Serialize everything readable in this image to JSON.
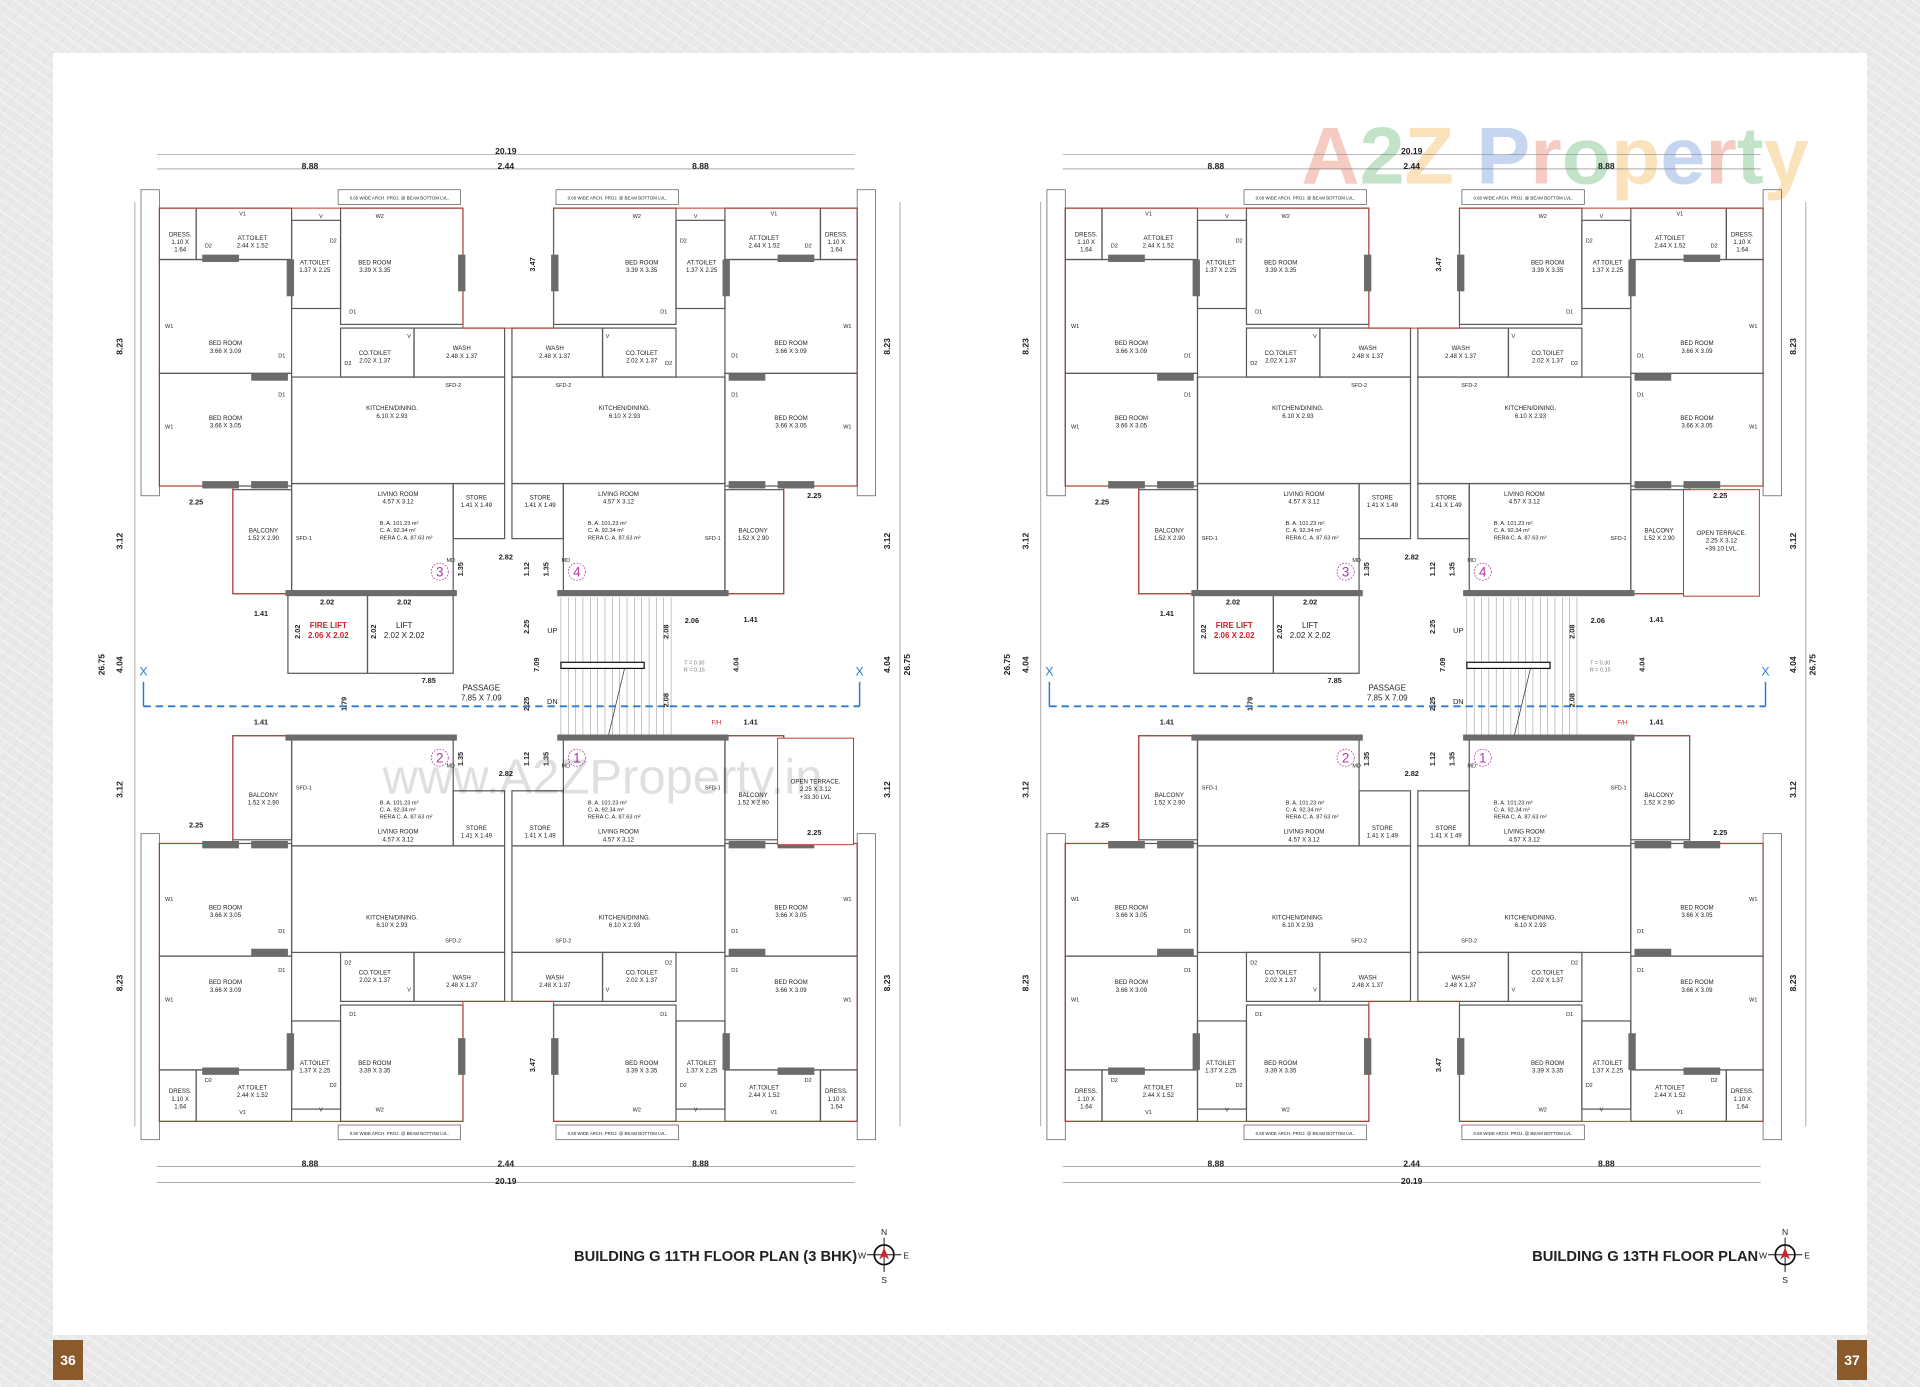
{
  "pages": [
    {
      "number": "36"
    },
    {
      "number": "37"
    }
  ],
  "logo": {
    "text": "A2Z Property"
  },
  "watermark": "www.A2ZProperty.in",
  "colors": {
    "wall": "#5a5a5a",
    "wall_block": "#6b6b6b",
    "outline_red": "#c0392b",
    "section_line": "#2b7bd0",
    "unit_number": "#b03aa8",
    "fire_lift": "#d0202a",
    "page_tab": "#8a5a2b"
  },
  "plans": [
    {
      "title": "BUILDING G 11TH FLOOR PLAN (3 BHK)",
      "unit_numbers": [
        "3",
        "4",
        "2",
        "1"
      ],
      "terrace": {
        "position": "bottom-right",
        "lines": [
          "OPEN TERRACE.",
          "2.25 X 3.12",
          "+33.30 LVL"
        ]
      }
    },
    {
      "title": "BUILDING G 13TH FLOOR PLAN",
      "unit_numbers": [
        "3",
        "4",
        "2",
        "1"
      ],
      "terrace": {
        "position": "top-right",
        "lines": [
          "OPEN TERRACE.",
          "2.25 X 3.12",
          "+39.10 LVL."
        ]
      }
    }
  ],
  "rooms": {
    "dress": [
      "DRESS.",
      "1.10 X",
      "1.64"
    ],
    "at_toilet_1": [
      "AT.TOILET",
      "2.44 X 1.52"
    ],
    "at_toilet_2": [
      "AT.TOILET",
      "1.37 X 2.25"
    ],
    "bed_1": [
      "BED ROOM",
      "3.39 X 3.35"
    ],
    "bed_2": [
      "BED ROOM",
      "3.66 X 3.09"
    ],
    "bed_3": [
      "BED ROOM",
      "3.66 X 3.05"
    ],
    "co_toilet": [
      "CO.TOILET",
      "2.02 X 1.37"
    ],
    "wash": [
      "WASH",
      "2.48 X 1.37"
    ],
    "kitchen": [
      "KITCHEN/DINING.",
      "6.10 X 2.93"
    ],
    "living": [
      "LIVING ROOM",
      "4.57 X 3.12"
    ],
    "store": [
      "STORE",
      "1.41 X 1.49"
    ],
    "balcony": [
      "BALCONY",
      "1.52 X 2.90"
    ]
  },
  "area": [
    "B. A.  101.23  m²",
    "C. A.  92.34  m²",
    "RERA C. A.  87.63  m²"
  ],
  "openings": {
    "d1": "D1",
    "d2": "D2",
    "w1": "W1",
    "w2": "W2",
    "v1": "V1",
    "v": "V",
    "sfd1": "SFD-1",
    "sfd2": "SFD-2",
    "md": "MD"
  },
  "arch_note": "0.60 WIDE ARCH. PROJ. @ BEAM BOTTOM LVL.",
  "lobby": {
    "fire_lift": [
      "FIRE LIFT",
      "2.06 X 2.02"
    ],
    "lift": [
      "LIFT",
      "2.02 X 2.02"
    ],
    "passage": [
      "PASSAGE",
      "7.85 X 7.09"
    ],
    "up": "UP",
    "dn": "DN",
    "fh": "F/H",
    "stair_note": [
      "T = 0.30",
      "R = 0.15"
    ],
    "section_marker": "X"
  },
  "dimensions": [
    "20.19",
    "8.88",
    "2.44",
    "8.88",
    "8.88",
    "2.44",
    "8.88",
    "20.19",
    "8.23",
    "3.12",
    "4.04",
    "26.75",
    "3.12",
    "8.23",
    "8.23",
    "3.12",
    "4.04",
    "26.75",
    "3.12",
    "8.23",
    "3.47",
    "2.25",
    "2.25",
    "2.25",
    "2.25",
    "1.41",
    "1.41",
    "1.41",
    "1.41",
    "2.82",
    "2.82",
    "1.12",
    "1.12",
    "1.35",
    "1.35",
    "1.35",
    "1.35",
    "2.02",
    "2.02",
    "2.02",
    "2.02",
    "7.85",
    "2.25",
    "7.09",
    "2.25",
    "2.06",
    "4.04",
    "1.79",
    "2.08",
    "2.08",
    "3.47"
  ],
  "compass": {
    "n": "N",
    "s": "S",
    "e": "E",
    "w": "W"
  }
}
